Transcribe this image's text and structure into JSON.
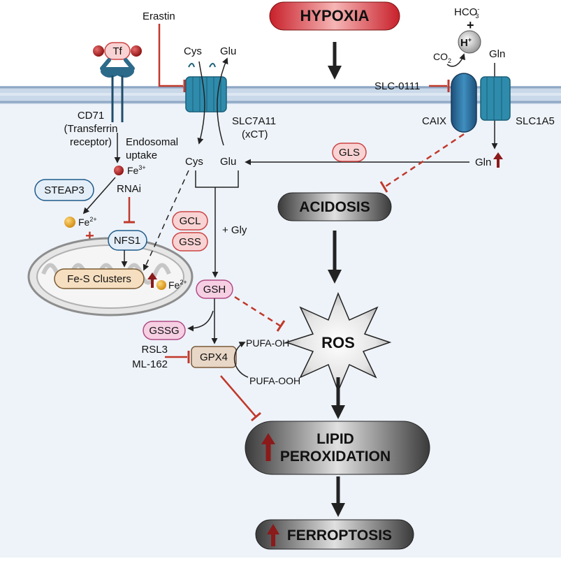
{
  "stimulus": "HYPOXIA",
  "inhibitors": {
    "erastin": "Erastin",
    "slc0111": "SLC-0111",
    "rnai": "RNAi",
    "rsl3": "RSL3",
    "ml162": "ML-162"
  },
  "transporters": {
    "tf": "Tf",
    "cd71_line1": "CD71",
    "cd71_line2": "(Transferrin",
    "cd71_line3": "receptor)",
    "slc7a11_line1": "SLC7A11",
    "slc7a11_line2": "(xCT)",
    "caix": "CAIX",
    "slc1a5": "SLC1A5"
  },
  "metabolites": {
    "cys_out": "Cys",
    "glu_out": "Glu",
    "cys_in": "Cys",
    "glu_in": "Glu",
    "gln_out": "Gln",
    "gln_in": "Gln",
    "hco3_base": "HCO",
    "hco3_sup": "-",
    "hco3_sub": "3",
    "plus": "+",
    "h_base": "H",
    "h_sup": "+",
    "co2_base": "CO",
    "co2_sub": "2",
    "fe3_base": "Fe",
    "fe3_sup": "3+",
    "fe2_base": "Fe",
    "fe2_sup": "2+",
    "fe2b_base": "Fe",
    "fe2b_sup": "2+",
    "gly": "+ Gly",
    "pufa_oh": "PUFA-OH",
    "pufa_ooh": "PUFA-OOH"
  },
  "processes": {
    "endosomal_line1": "Endosomal",
    "endosomal_line2": "uptake"
  },
  "enzymes": {
    "steap3": "STEAP3",
    "gls": "GLS",
    "nfs1": "NFS1",
    "fes_clusters": "Fe-S Clusters",
    "gcl": "GCL",
    "gss": "GSS",
    "gsh": "GSH",
    "gssg": "GSSG",
    "gpx4": "GPX4"
  },
  "states": {
    "acidosis": "ACIDOSIS",
    "ros": "ROS",
    "lipid_line1": "LIPID",
    "lipid_line2": "PEROXIDATION",
    "ferroptosis": "FERROPTOSIS"
  },
  "colors": {
    "inhibit_red": "#c0392b",
    "up_arrow_red": "#8b1a1a",
    "membrane": "#b9cbe0",
    "cytoplasm": "#eef3f9",
    "transporter_teal": "#2e8bab",
    "iron_orange": "#e0a020",
    "iron_red": "#b22222"
  }
}
